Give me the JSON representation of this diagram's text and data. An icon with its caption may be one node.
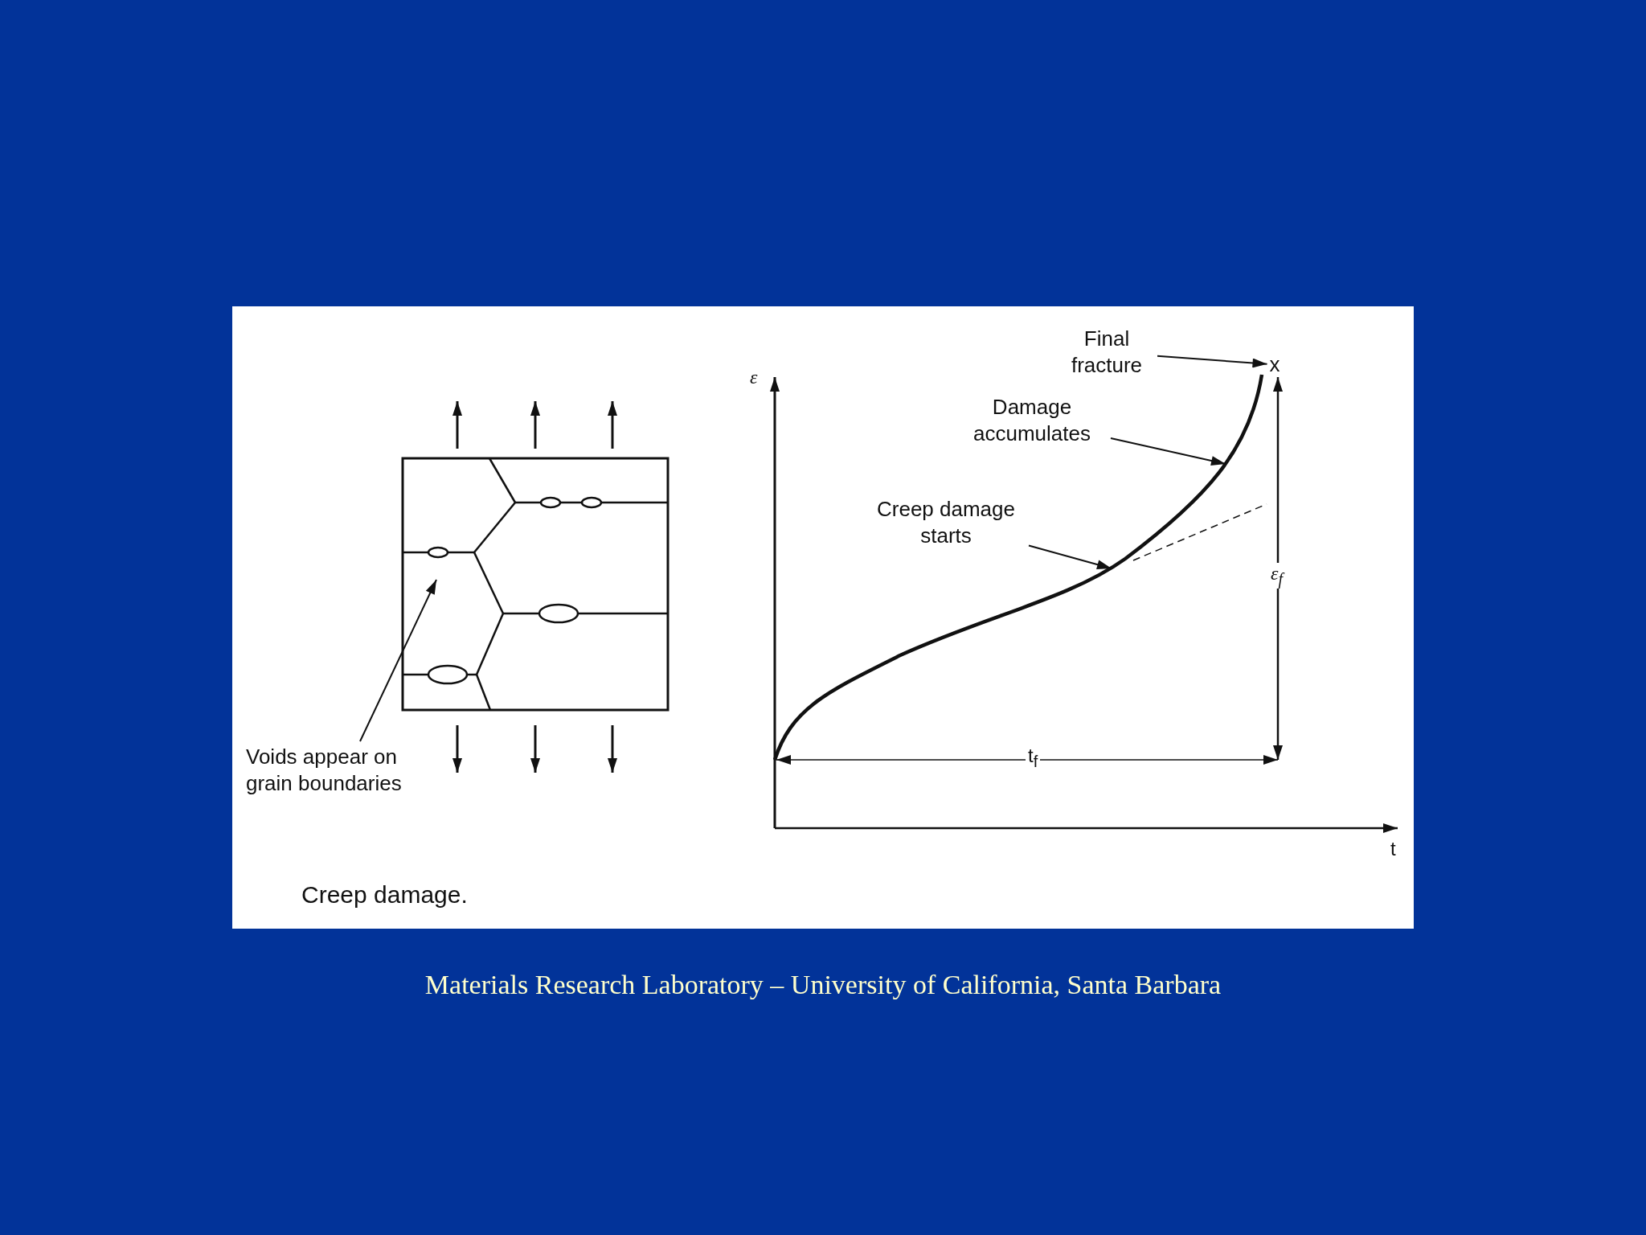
{
  "diagram": {
    "caption": "Creep damage.",
    "nodes": [
      {
        "text": [
          "Voids appear on grain boundaries"
        ]
      },
      {
        "text": [
          "Final fracture"
        ]
      },
      {
        "text": [
          "x"
        ]
      },
      {
        "text": [
          "Damage accumulates"
        ]
      },
      {
        "text": [
          "Creep damage starts"
        ]
      }
    ],
    "edges": [
      {
        "from": 0,
        "to": null,
        "arrow": "to"
      },
      {
        "from": 1,
        "to": 2,
        "arrow": "to"
      },
      {
        "from": 3,
        "to": null,
        "arrow": "to"
      },
      {
        "from": 4,
        "to": null,
        "arrow": "to"
      }
    ],
    "labels": [
      "ε",
      "ε$_{f}$",
      "t$_{f}$",
      "t",
      "Materials Research Laboratory – University of California, Santa Barbara"
    ]
  }
}
